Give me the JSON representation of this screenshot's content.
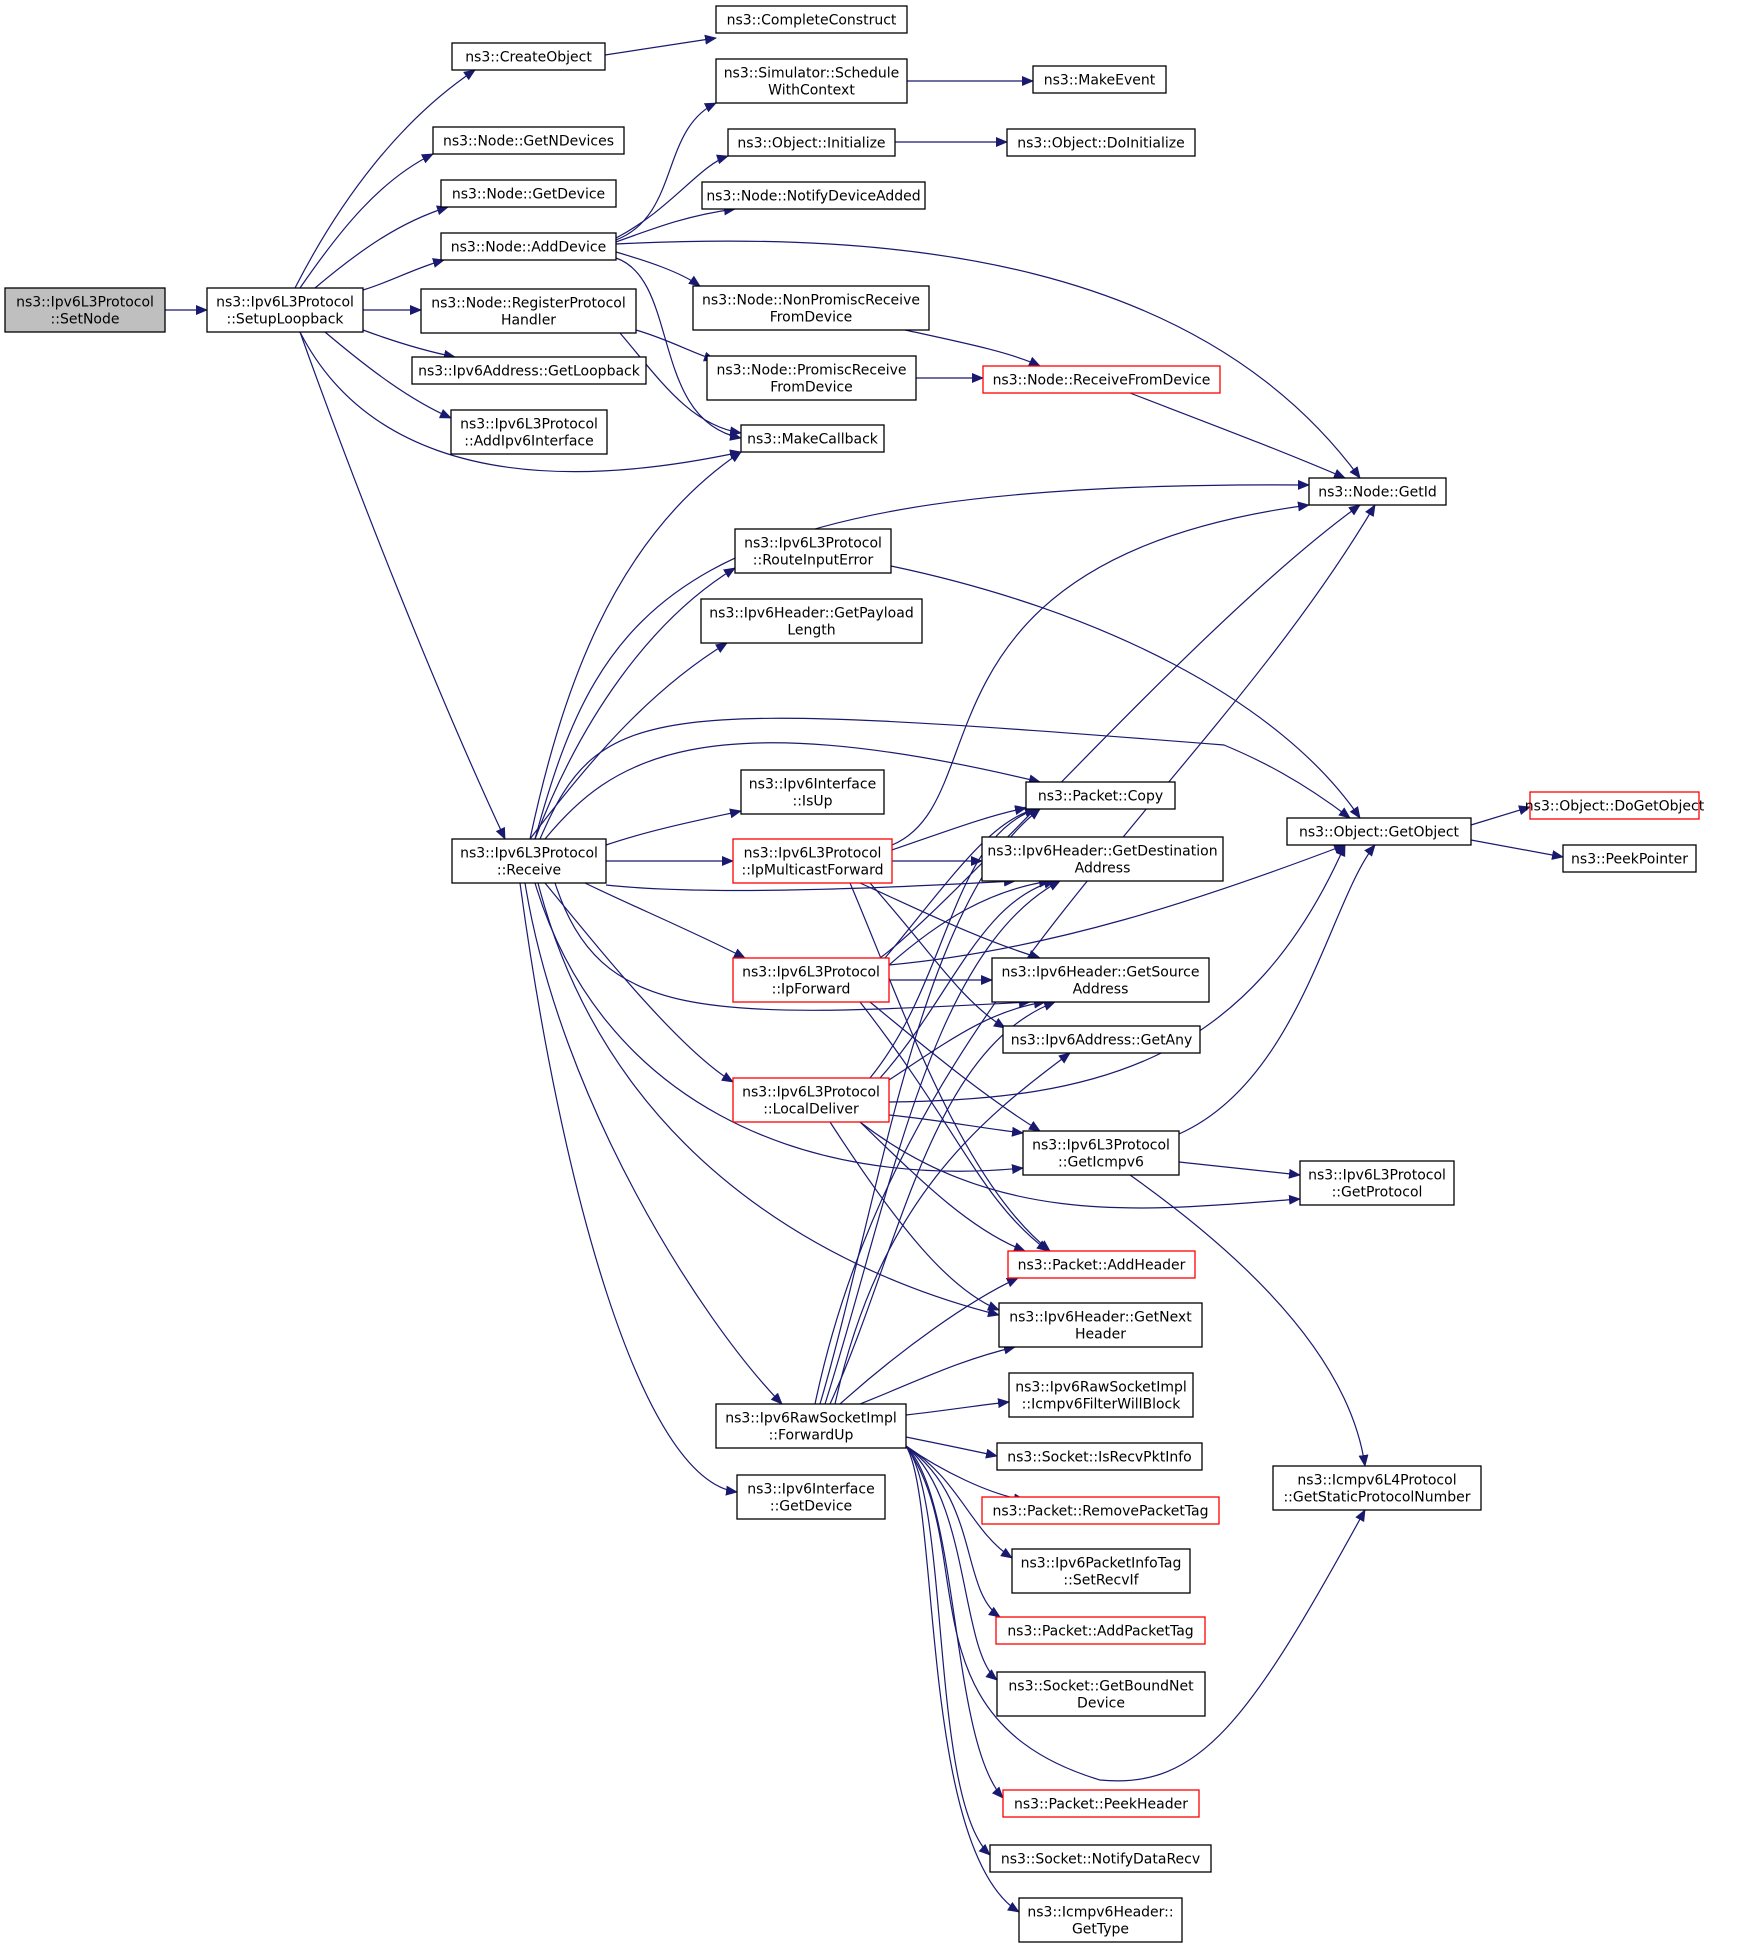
{
  "diagram": {
    "colors": {
      "edge": "#191970",
      "node_border": "#000000",
      "node_border_truncated": "#ff0000",
      "node_fill": "#ffffff",
      "root_fill": "#bfbfbf",
      "text": "#000000"
    },
    "nodes": [
      {
        "id": "setnode",
        "label": [
          "ns3::Ipv6L3Protocol",
          "::SetNode"
        ],
        "style": "root"
      },
      {
        "id": "setuploopback",
        "label": [
          "ns3::Ipv6L3Protocol",
          "::SetupLoopback"
        ],
        "style": "normal"
      },
      {
        "id": "createobject",
        "label": [
          "ns3::CreateObject"
        ],
        "style": "normal"
      },
      {
        "id": "completeconstruct",
        "label": [
          "ns3::CompleteConstruct"
        ],
        "style": "normal"
      },
      {
        "id": "schedulewithcontext",
        "label": [
          "ns3::Simulator::Schedule",
          "WithContext"
        ],
        "style": "normal"
      },
      {
        "id": "makeevent",
        "label": [
          "ns3::MakeEvent"
        ],
        "style": "normal"
      },
      {
        "id": "getndevices",
        "label": [
          "ns3::Node::GetNDevices"
        ],
        "style": "normal"
      },
      {
        "id": "objinitialize",
        "label": [
          "ns3::Object::Initialize"
        ],
        "style": "normal"
      },
      {
        "id": "doinitialize",
        "label": [
          "ns3::Object::DoInitialize"
        ],
        "style": "normal"
      },
      {
        "id": "getdevice",
        "label": [
          "ns3::Node::GetDevice"
        ],
        "style": "normal"
      },
      {
        "id": "notifydeviceadded",
        "label": [
          "ns3::Node::NotifyDeviceAdded"
        ],
        "style": "normal"
      },
      {
        "id": "adddevice",
        "label": [
          "ns3::Node::AddDevice"
        ],
        "style": "normal"
      },
      {
        "id": "registerprotocolhandler",
        "label": [
          "ns3::Node::RegisterProtocol",
          "Handler"
        ],
        "style": "normal"
      },
      {
        "id": "nonpromisc",
        "label": [
          "ns3::Node::NonPromiscReceive",
          "FromDevice"
        ],
        "style": "normal"
      },
      {
        "id": "getloopback",
        "label": [
          "ns3::Ipv6Address::GetLoopback"
        ],
        "style": "normal"
      },
      {
        "id": "promisc",
        "label": [
          "ns3::Node::PromiscReceive",
          "FromDevice"
        ],
        "style": "normal"
      },
      {
        "id": "receivefromdevice",
        "label": [
          "ns3::Node::ReceiveFromDevice"
        ],
        "style": "truncated"
      },
      {
        "id": "addipv6interface",
        "label": [
          "ns3::Ipv6L3Protocol",
          "::AddIpv6Interface"
        ],
        "style": "normal"
      },
      {
        "id": "makecallback",
        "label": [
          "ns3::MakeCallback"
        ],
        "style": "normal"
      },
      {
        "id": "nodegetid",
        "label": [
          "ns3::Node::GetId"
        ],
        "style": "normal"
      },
      {
        "id": "routeinputerror",
        "label": [
          "ns3::Ipv6L3Protocol",
          "::RouteInputError"
        ],
        "style": "normal"
      },
      {
        "id": "getpayloadlength",
        "label": [
          "ns3::Ipv6Header::GetPayload",
          "Length"
        ],
        "style": "normal"
      },
      {
        "id": "ifaceisup",
        "label": [
          "ns3::Ipv6Interface",
          "::IsUp"
        ],
        "style": "normal"
      },
      {
        "id": "packetcopy",
        "label": [
          "ns3::Packet::Copy"
        ],
        "style": "normal"
      },
      {
        "id": "receive",
        "label": [
          "ns3::Ipv6L3Protocol",
          "::Receive"
        ],
        "style": "normal"
      },
      {
        "id": "ipmulticastforward",
        "label": [
          "ns3::Ipv6L3Protocol",
          "::IpMulticastForward"
        ],
        "style": "truncated"
      },
      {
        "id": "getdestaddr",
        "label": [
          "ns3::Ipv6Header::GetDestination",
          "Address"
        ],
        "style": "normal"
      },
      {
        "id": "getobject",
        "label": [
          "ns3::Object::GetObject"
        ],
        "style": "normal"
      },
      {
        "id": "dogetobject",
        "label": [
          "ns3::Object::DoGetObject"
        ],
        "style": "truncated"
      },
      {
        "id": "peekpointer",
        "label": [
          "ns3::PeekPointer"
        ],
        "style": "normal"
      },
      {
        "id": "ipforward",
        "label": [
          "ns3::Ipv6L3Protocol",
          "::IpForward"
        ],
        "style": "truncated"
      },
      {
        "id": "getsrcaddr",
        "label": [
          "ns3::Ipv6Header::GetSource",
          "Address"
        ],
        "style": "normal"
      },
      {
        "id": "getany",
        "label": [
          "ns3::Ipv6Address::GetAny"
        ],
        "style": "normal"
      },
      {
        "id": "localdeliver",
        "label": [
          "ns3::Ipv6L3Protocol",
          "::LocalDeliver"
        ],
        "style": "truncated"
      },
      {
        "id": "geticmpv6",
        "label": [
          "ns3::Ipv6L3Protocol",
          "::GetIcmpv6"
        ],
        "style": "normal"
      },
      {
        "id": "getprotocol",
        "label": [
          "ns3::Ipv6L3Protocol",
          "::GetProtocol"
        ],
        "style": "normal"
      },
      {
        "id": "addheader",
        "label": [
          "ns3::Packet::AddHeader"
        ],
        "style": "truncated"
      },
      {
        "id": "getnextheader",
        "label": [
          "ns3::Ipv6Header::GetNext",
          "Header"
        ],
        "style": "normal"
      },
      {
        "id": "icmpv6filter",
        "label": [
          "ns3::Ipv6RawSocketImpl",
          "::Icmpv6FilterWillBlock"
        ],
        "style": "normal"
      },
      {
        "id": "forwardup",
        "label": [
          "ns3::Ipv6RawSocketImpl",
          "::ForwardUp"
        ],
        "style": "normal"
      },
      {
        "id": "isrecvpktinfo",
        "label": [
          "ns3::Socket::IsRecvPktInfo"
        ],
        "style": "normal"
      },
      {
        "id": "getstaticprotocolnumber",
        "label": [
          "ns3::Icmpv6L4Protocol",
          "::GetStaticProtocolNumber"
        ],
        "style": "normal"
      },
      {
        "id": "ifacegetdevice",
        "label": [
          "ns3::Ipv6Interface",
          "::GetDevice"
        ],
        "style": "normal"
      },
      {
        "id": "removepackettag",
        "label": [
          "ns3::Packet::RemovePacketTag"
        ],
        "style": "truncated"
      },
      {
        "id": "setrecvif",
        "label": [
          "ns3::Ipv6PacketInfoTag",
          "::SetRecvIf"
        ],
        "style": "normal"
      },
      {
        "id": "addpackettag",
        "label": [
          "ns3::Packet::AddPacketTag"
        ],
        "style": "truncated"
      },
      {
        "id": "getboundnetdevice",
        "label": [
          "ns3::Socket::GetBoundNet",
          "Device"
        ],
        "style": "normal"
      },
      {
        "id": "peekheader",
        "label": [
          "ns3::Packet::PeekHeader"
        ],
        "style": "truncated"
      },
      {
        "id": "notifydatarecv",
        "label": [
          "ns3::Socket::NotifyDataRecv"
        ],
        "style": "normal"
      },
      {
        "id": "icmpv6gettype",
        "label": [
          "ns3::Icmpv6Header::",
          "GetType"
        ],
        "style": "normal"
      }
    ]
  }
}
